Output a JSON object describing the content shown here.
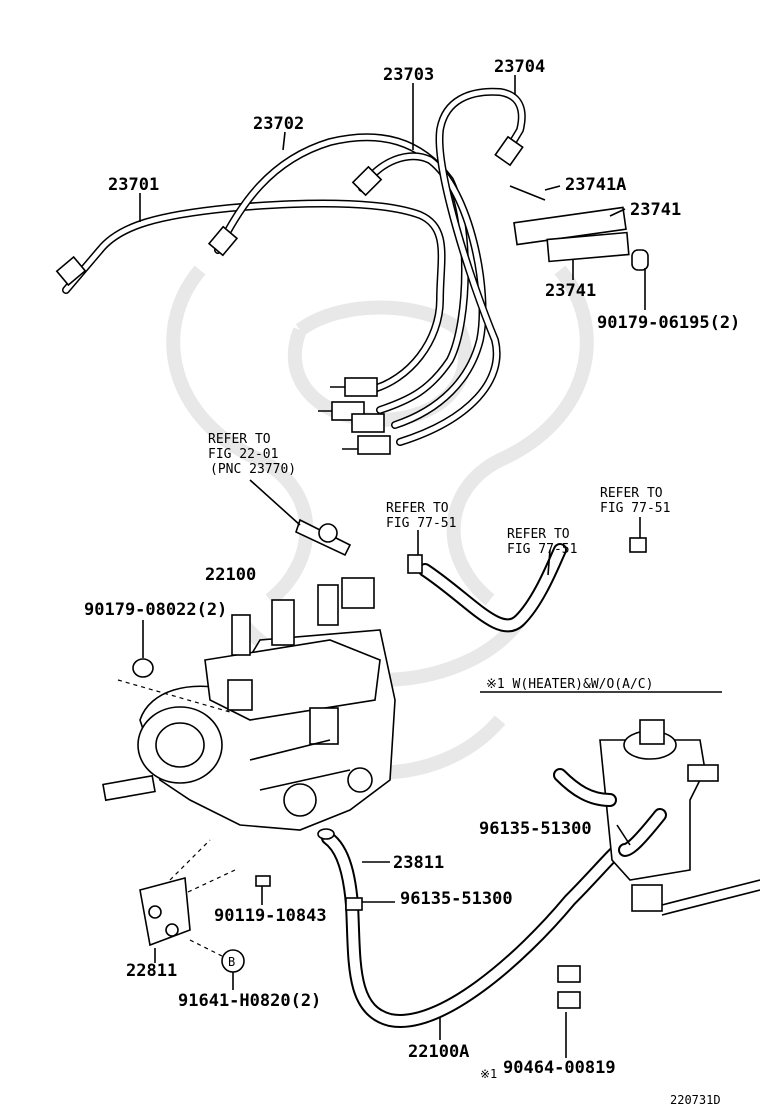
{
  "parts": {
    "p23701": "23701",
    "p23702": "23702",
    "p23703": "23703",
    "p23704": "23704",
    "p23741A": "23741A",
    "p23741_top": "23741",
    "p23741_bot": "23741",
    "p90179_06195": "90179-06195(2)",
    "p22100": "22100",
    "p90179_08022": "90179-08022(2)",
    "p23811": "23811",
    "p96135_51300_a": "96135-51300",
    "p96135_51300_b": "96135-51300",
    "p90119_10843": "90119-10843",
    "p22811": "22811",
    "p91641_H0820": "91641-H0820(2)",
    "p22100A": "22100A",
    "p90464_00819": "90464-00819",
    "b_marker": "B"
  },
  "refs": {
    "r1_line1": "REFER TO",
    "r1_line2": "FIG 22-01",
    "r1_line3": "(PNC 23770)",
    "r2_line1": "REFER TO",
    "r2_line2": "FIG 77-51",
    "r3_line1": "REFER TO",
    "r3_line2": "FIG 77-51",
    "r4_line1": "REFER TO",
    "r4_line2": "FIG 77-51"
  },
  "notes": {
    "condition": "※1  W(HEATER)&W/O(A/C)",
    "ref_mark": "※1",
    "figure_id": "220731D"
  }
}
